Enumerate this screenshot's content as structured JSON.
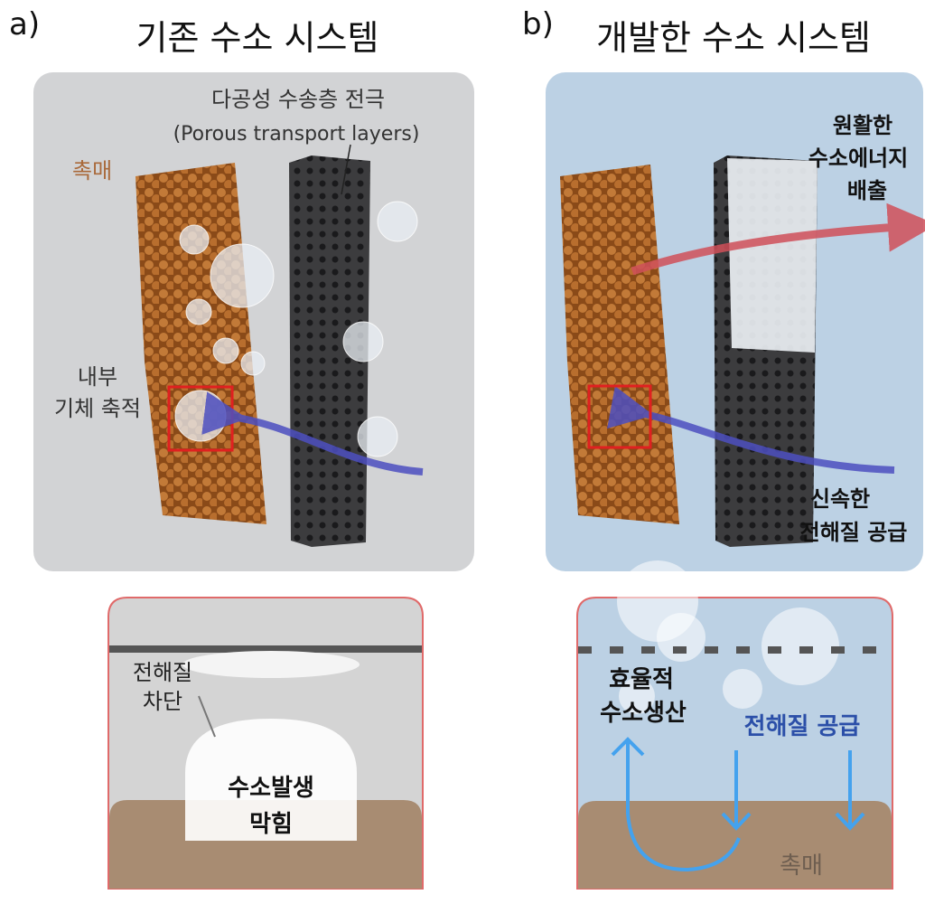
{
  "panel_a": {
    "label": "a)",
    "title": "기존 수소 시스템",
    "ptl_label_ko": "다공성 수송층 전극",
    "ptl_label_en": "(Porous transport layers)",
    "catalyst_label": "촉매",
    "gas_label_line1": "내부",
    "gas_label_line2": "기체 축적",
    "inset": {
      "block_label_line1": "전해질",
      "block_label_line2": "차단",
      "bubble_label_line1": "수소발생",
      "bubble_label_line2": "막힘"
    }
  },
  "panel_b": {
    "label": "b)",
    "title": "개발한 수소 시스템",
    "release_label_line1": "원활한",
    "release_label_line2": "수소에너지",
    "release_label_line3": "배출",
    "supply_label_line1": "신속한",
    "supply_label_line2": "전해질 공급",
    "inset": {
      "production_label_line1": "효율적",
      "production_label_line2": "수소생산",
      "supply_label": "전해질 공급",
      "catalyst_label": "촉매"
    }
  },
  "colors": {
    "panel_a_bg": "#d2d3d5",
    "panel_b_bg": "#bcd1e4",
    "catalyst": "#b5682a",
    "inset_catalyst": "#a88c72",
    "inset_border": "#e06a6a",
    "electrolyte_arrow": "#4d4fc0",
    "hydrogen_arrow": "#d0505a",
    "inset_flow_arrow": "#44a2ee",
    "supply_text": "#2b4fa8"
  }
}
